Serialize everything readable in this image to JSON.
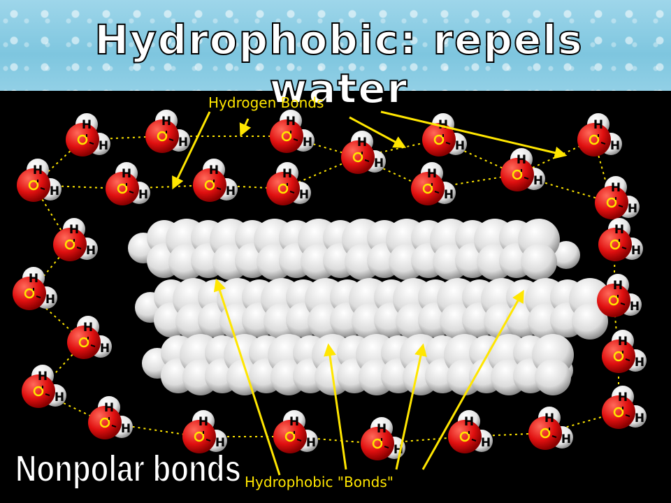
{
  "title": "Hydrophobic: repels water",
  "labels": {
    "hydrogen_bonds": "Hydrogen Bonds",
    "hydrophobic_bonds": "Hydrophobic \"Bonds\"",
    "nonpolar": "Nonpolar bonds"
  },
  "atoms": {
    "hydrogen": "H",
    "oxygen": "O"
  },
  "colors": {
    "label": "#ffe600",
    "oxygen": "#e01010",
    "hydrogen": "#ffffff",
    "background": "#000000",
    "banner": "#8fcfe6"
  }
}
